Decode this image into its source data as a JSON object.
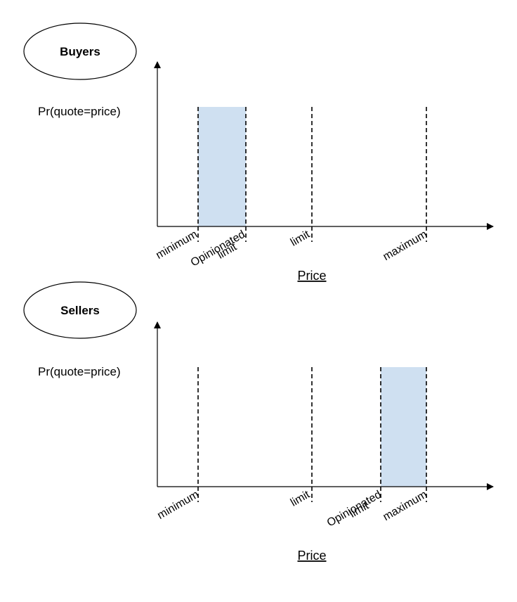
{
  "panels": [
    {
      "title": "Buyers",
      "y_label": "Pr(quote=price)",
      "x_label": "Price",
      "markers": [
        {
          "id": "minimum",
          "label_lines": [
            "minimum"
          ]
        },
        {
          "id": "opinionated_limit",
          "label_lines": [
            "Opinionated",
            "limit"
          ]
        },
        {
          "id": "limit",
          "label_lines": [
            "limit"
          ]
        },
        {
          "id": "maximum",
          "label_lines": [
            "maximum"
          ]
        }
      ],
      "shaded_range": {
        "from": "minimum",
        "to": "opinionated_limit"
      },
      "shade_color": "#cfe0f1"
    },
    {
      "title": "Sellers",
      "y_label": "Pr(quote=price)",
      "x_label": "Price",
      "markers": [
        {
          "id": "minimum",
          "label_lines": [
            "minimum"
          ]
        },
        {
          "id": "limit",
          "label_lines": [
            "limit"
          ]
        },
        {
          "id": "opinionated_limit",
          "label_lines": [
            "Opinionated",
            "limit"
          ]
        },
        {
          "id": "maximum",
          "label_lines": [
            "maximum"
          ]
        }
      ],
      "shaded_range": {
        "from": "opinionated_limit",
        "to": "maximum"
      },
      "shade_color": "#cfe0f1"
    }
  ]
}
